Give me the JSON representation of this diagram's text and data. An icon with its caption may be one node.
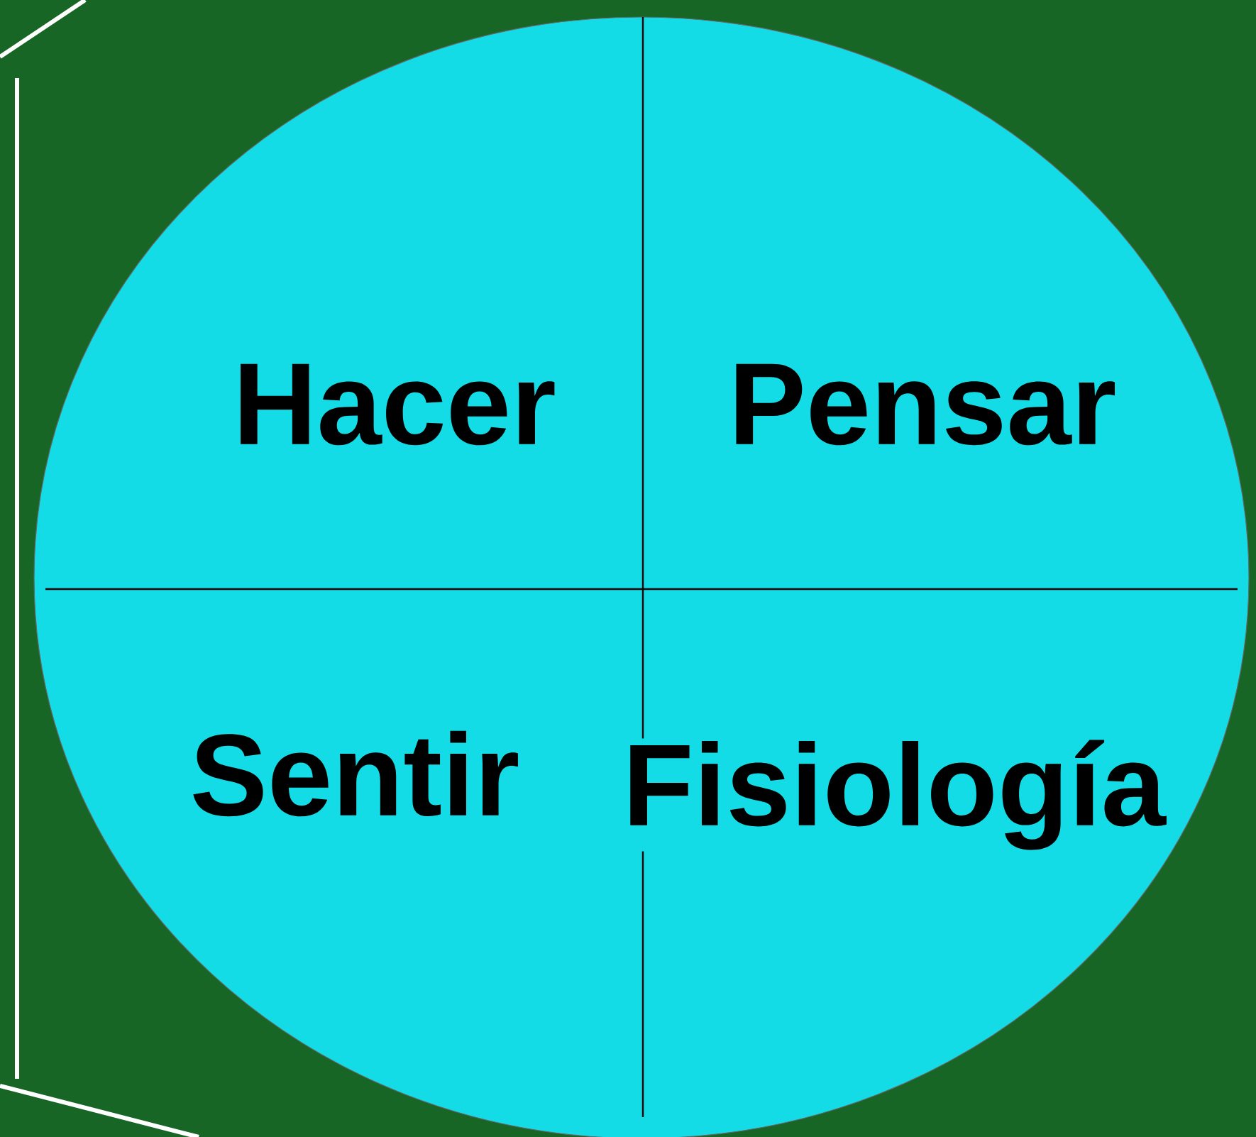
{
  "diagram": {
    "nodes": [
      {
        "text": [
          "Hacer",
          "Pensar",
          "Sentir",
          "Fisiología"
        ]
      }
    ]
  }
}
